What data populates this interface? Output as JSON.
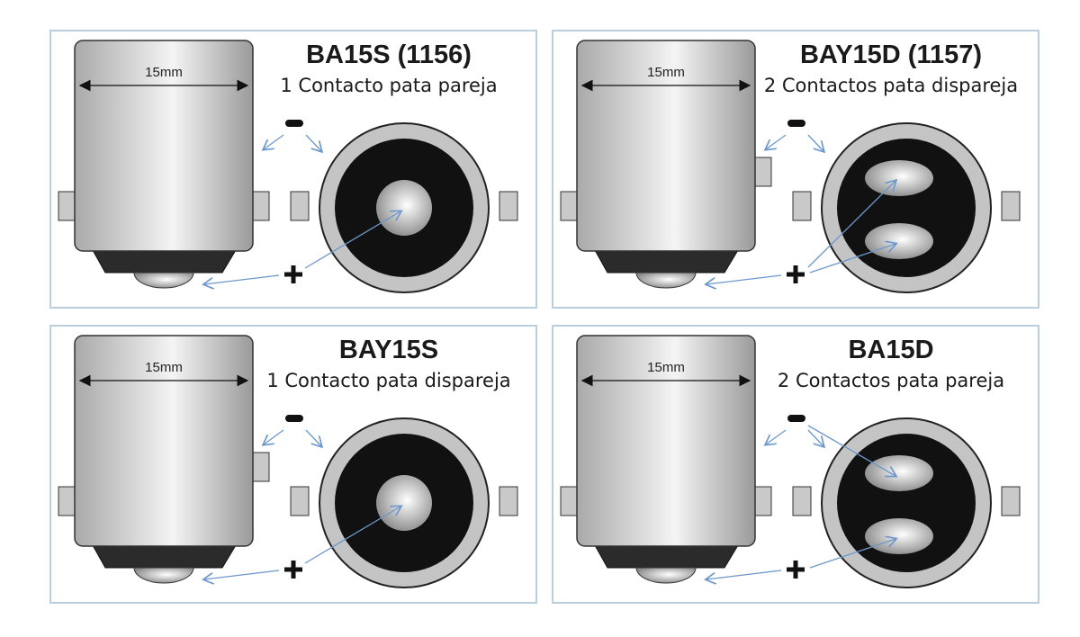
{
  "panels": [
    {
      "title": "BA15S (1156)",
      "subtitle": "1 Contacto pata pareja",
      "dimension": "15mm",
      "contacts": 1,
      "offset_pin": false
    },
    {
      "title": "BAY15D (1157)",
      "subtitle": "2 Contactos pata dispareja",
      "dimension": "15mm",
      "contacts": 2,
      "offset_pin": true
    },
    {
      "title": "BAY15S",
      "subtitle": "1 Contacto pata dispareja",
      "dimension": "15mm",
      "contacts": 1,
      "offset_pin": true
    },
    {
      "title": "BA15D",
      "subtitle": "2 Contactos pata pareja",
      "dimension": "15mm",
      "contacts": 2,
      "offset_pin": false
    }
  ],
  "colors": {
    "arrow": "#6d98cc",
    "border": "#b9cfe0",
    "socket_dark": "#111111",
    "metal": "#c8c8c8"
  }
}
